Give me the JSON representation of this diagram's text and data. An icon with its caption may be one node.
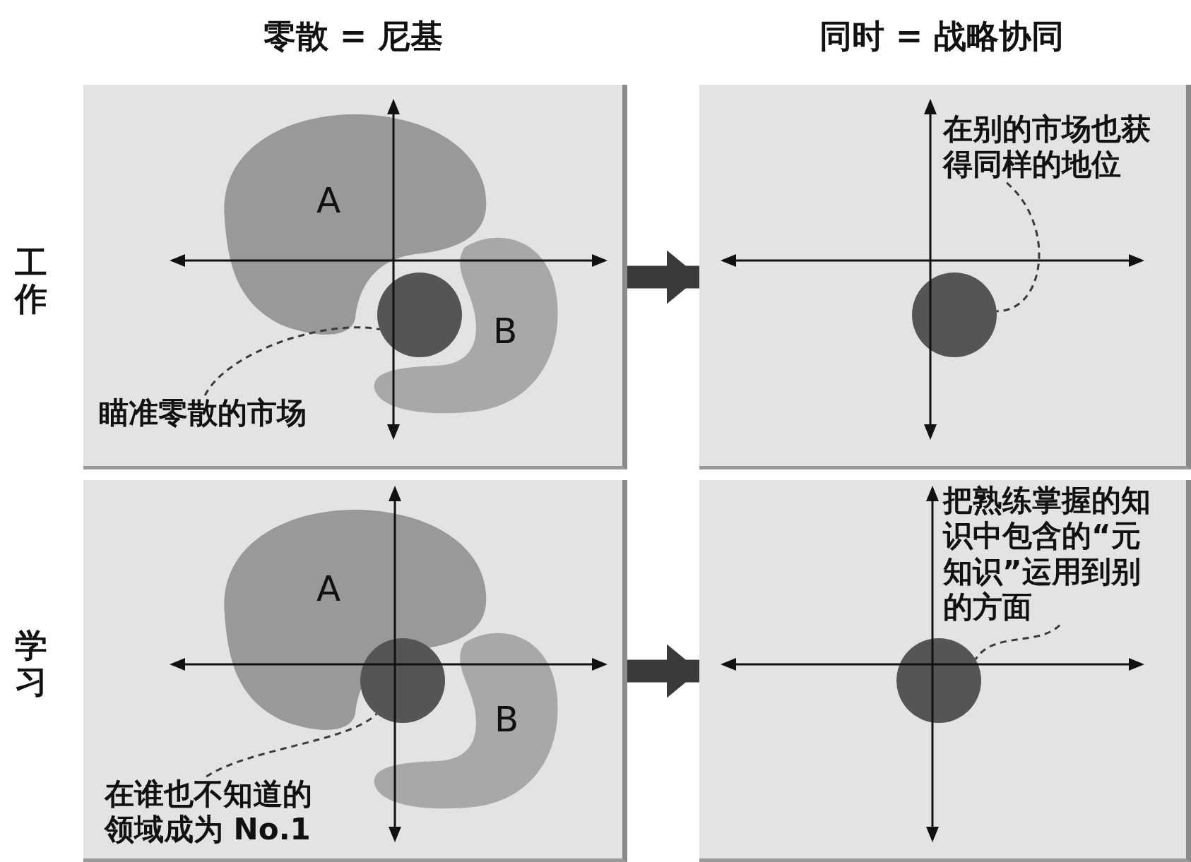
{
  "diagram": {
    "nodes": [
      {
        "text": [],
        "shape": "box"
      },
      {
        "text": [
          "A"
        ],
        "in": 0
      },
      {
        "text": [
          "B"
        ],
        "in": 0
      },
      {
        "text": [],
        "shape": "circle",
        "in": 0
      },
      {
        "text": [
          "瞄准零散的市场"
        ],
        "in": 0
      },
      {
        "text": [],
        "shape": "box"
      },
      {
        "text": [],
        "shape": "circle",
        "in": 5
      },
      {
        "text": [
          "在别的市场也获得同样的地位"
        ],
        "in": 5
      },
      {
        "text": [],
        "shape": "box"
      },
      {
        "text": [
          "A"
        ],
        "in": 8
      },
      {
        "text": [
          "B"
        ],
        "in": 8
      },
      {
        "text": [],
        "shape": "circle",
        "in": 8
      },
      {
        "text": [
          "在谁也不知道的领域成为 No.1"
        ],
        "in": 8
      },
      {
        "text": [],
        "shape": "box"
      },
      {
        "text": [],
        "shape": "circle",
        "in": 13
      },
      {
        "text": [
          "把熟练掌握的知识中包含的“元知识”运用到别的方面"
        ],
        "in": 13
      }
    ],
    "edges": [
      {
        "from": 0,
        "to": 5,
        "arrow": "to",
        "style": "thick"
      },
      {
        "from": 4,
        "to": 3,
        "arrow": "none",
        "style": "dashed"
      },
      {
        "from": 7,
        "to": 6,
        "arrow": "none",
        "style": "dashed"
      },
      {
        "from": 8,
        "to": 13,
        "arrow": "to",
        "style": "thick"
      },
      {
        "from": 12,
        "to": 11,
        "arrow": "none",
        "style": "dashed"
      },
      {
        "from": 15,
        "to": 14,
        "arrow": "none",
        "style": "dashed"
      }
    ],
    "labels": [
      "零散 = 尼基",
      "同时 = 战略协同",
      "工作",
      "学习"
    ]
  }
}
